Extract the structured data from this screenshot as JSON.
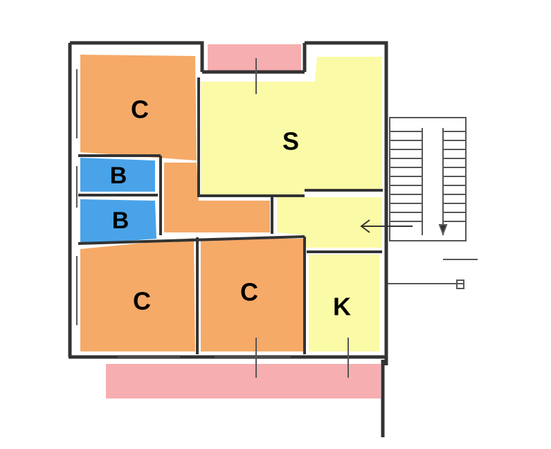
{
  "rooms": [
    {
      "id": "bedroom-nw",
      "label": "C",
      "kind": "bedroom"
    },
    {
      "id": "living",
      "label": "S",
      "kind": "living"
    },
    {
      "id": "bath-1",
      "label": "B",
      "kind": "bath"
    },
    {
      "id": "bath-2",
      "label": "B",
      "kind": "bath"
    },
    {
      "id": "bedroom-sw",
      "label": "C",
      "kind": "bedroom"
    },
    {
      "id": "bedroom-s",
      "label": "C",
      "kind": "bedroom"
    },
    {
      "id": "kitchen",
      "label": "K",
      "kind": "kitchen"
    }
  ],
  "colors": {
    "bedroom": "#f6aa68",
    "living": "#fbfaa6",
    "bath": "#4aa3e8",
    "balcony": "#f7aeb0",
    "wall": "#333333",
    "line": "#555555"
  },
  "icons": {
    "entrance": "arrow-left-icon",
    "stairs": "staircase-icon"
  }
}
